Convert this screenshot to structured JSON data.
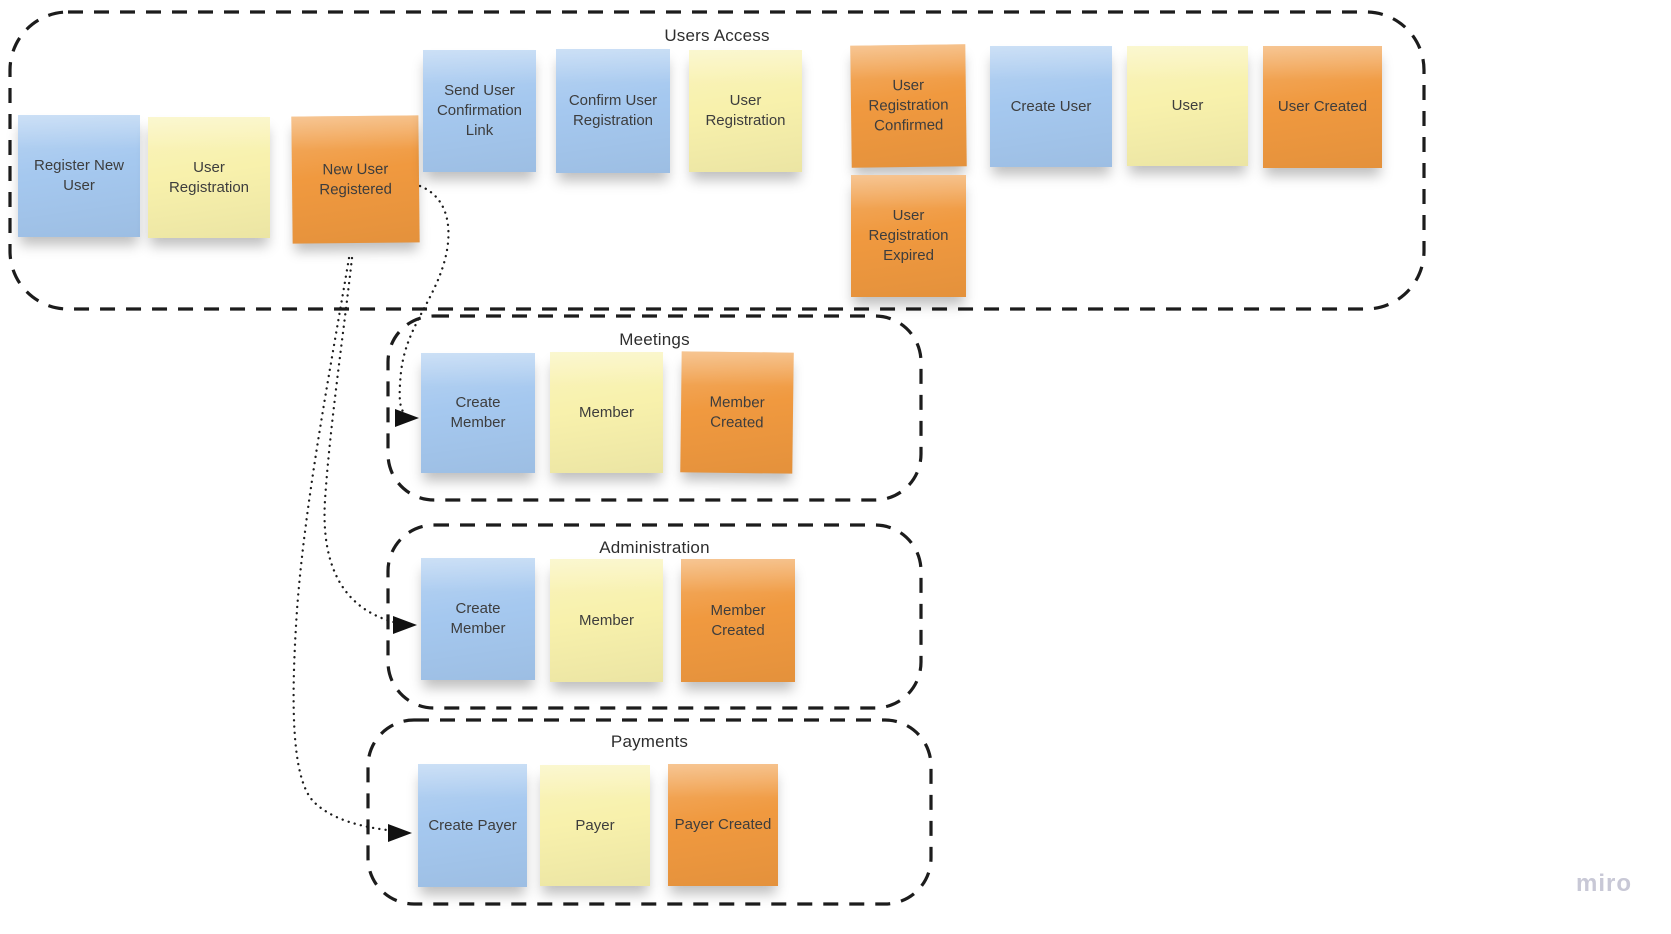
{
  "board": {
    "watermark": "miro",
    "colors": {
      "note_blue": "#a5c8ef",
      "note_yellow": "#f8f1ac",
      "note_orange": "#f0993f",
      "outline": "#1c1c1c",
      "note_text": "#3d3d3d",
      "watermark_color": "#c8c8d6"
    },
    "groups": [
      {
        "title": "Users Access",
        "notes": [
          {
            "label": "Register New User",
            "color": "blue"
          },
          {
            "label": "User Registration",
            "color": "yellow"
          },
          {
            "label": "New User Registered",
            "color": "orange"
          },
          {
            "label": "Send User Confirmation Link",
            "color": "blue"
          },
          {
            "label": "Confirm User Registration",
            "color": "blue"
          },
          {
            "label": "User Registration",
            "color": "yellow"
          },
          {
            "label": "User Registration Confirmed",
            "color": "orange"
          },
          {
            "label": "User Registration Expired",
            "color": "orange"
          },
          {
            "label": "Create User",
            "color": "blue"
          },
          {
            "label": "User",
            "color": "yellow"
          },
          {
            "label": "User Created",
            "color": "orange"
          }
        ]
      },
      {
        "title": "Meetings",
        "notes": [
          {
            "label": "Create Member",
            "color": "blue"
          },
          {
            "label": "Member",
            "color": "yellow"
          },
          {
            "label": "Member Created",
            "color": "orange"
          }
        ]
      },
      {
        "title": "Administration",
        "notes": [
          {
            "label": "Create Member",
            "color": "blue"
          },
          {
            "label": "Member",
            "color": "yellow"
          },
          {
            "label": "Member Created",
            "color": "orange"
          }
        ]
      },
      {
        "title": "Payments",
        "notes": [
          {
            "label": "Create Payer",
            "color": "blue"
          },
          {
            "label": "Payer",
            "color": "yellow"
          },
          {
            "label": "Payer Created",
            "color": "orange"
          }
        ]
      }
    ],
    "connectors": [
      {
        "from": "New User Registered",
        "to": "Create Member (Meetings)",
        "style": "dotted-arrow"
      },
      {
        "from": "New User Registered",
        "to": "Create Member (Administration)",
        "style": "dotted-arrow"
      },
      {
        "from": "New User Registered",
        "to": "Create Payer (Payments)",
        "style": "dotted-arrow"
      }
    ]
  }
}
